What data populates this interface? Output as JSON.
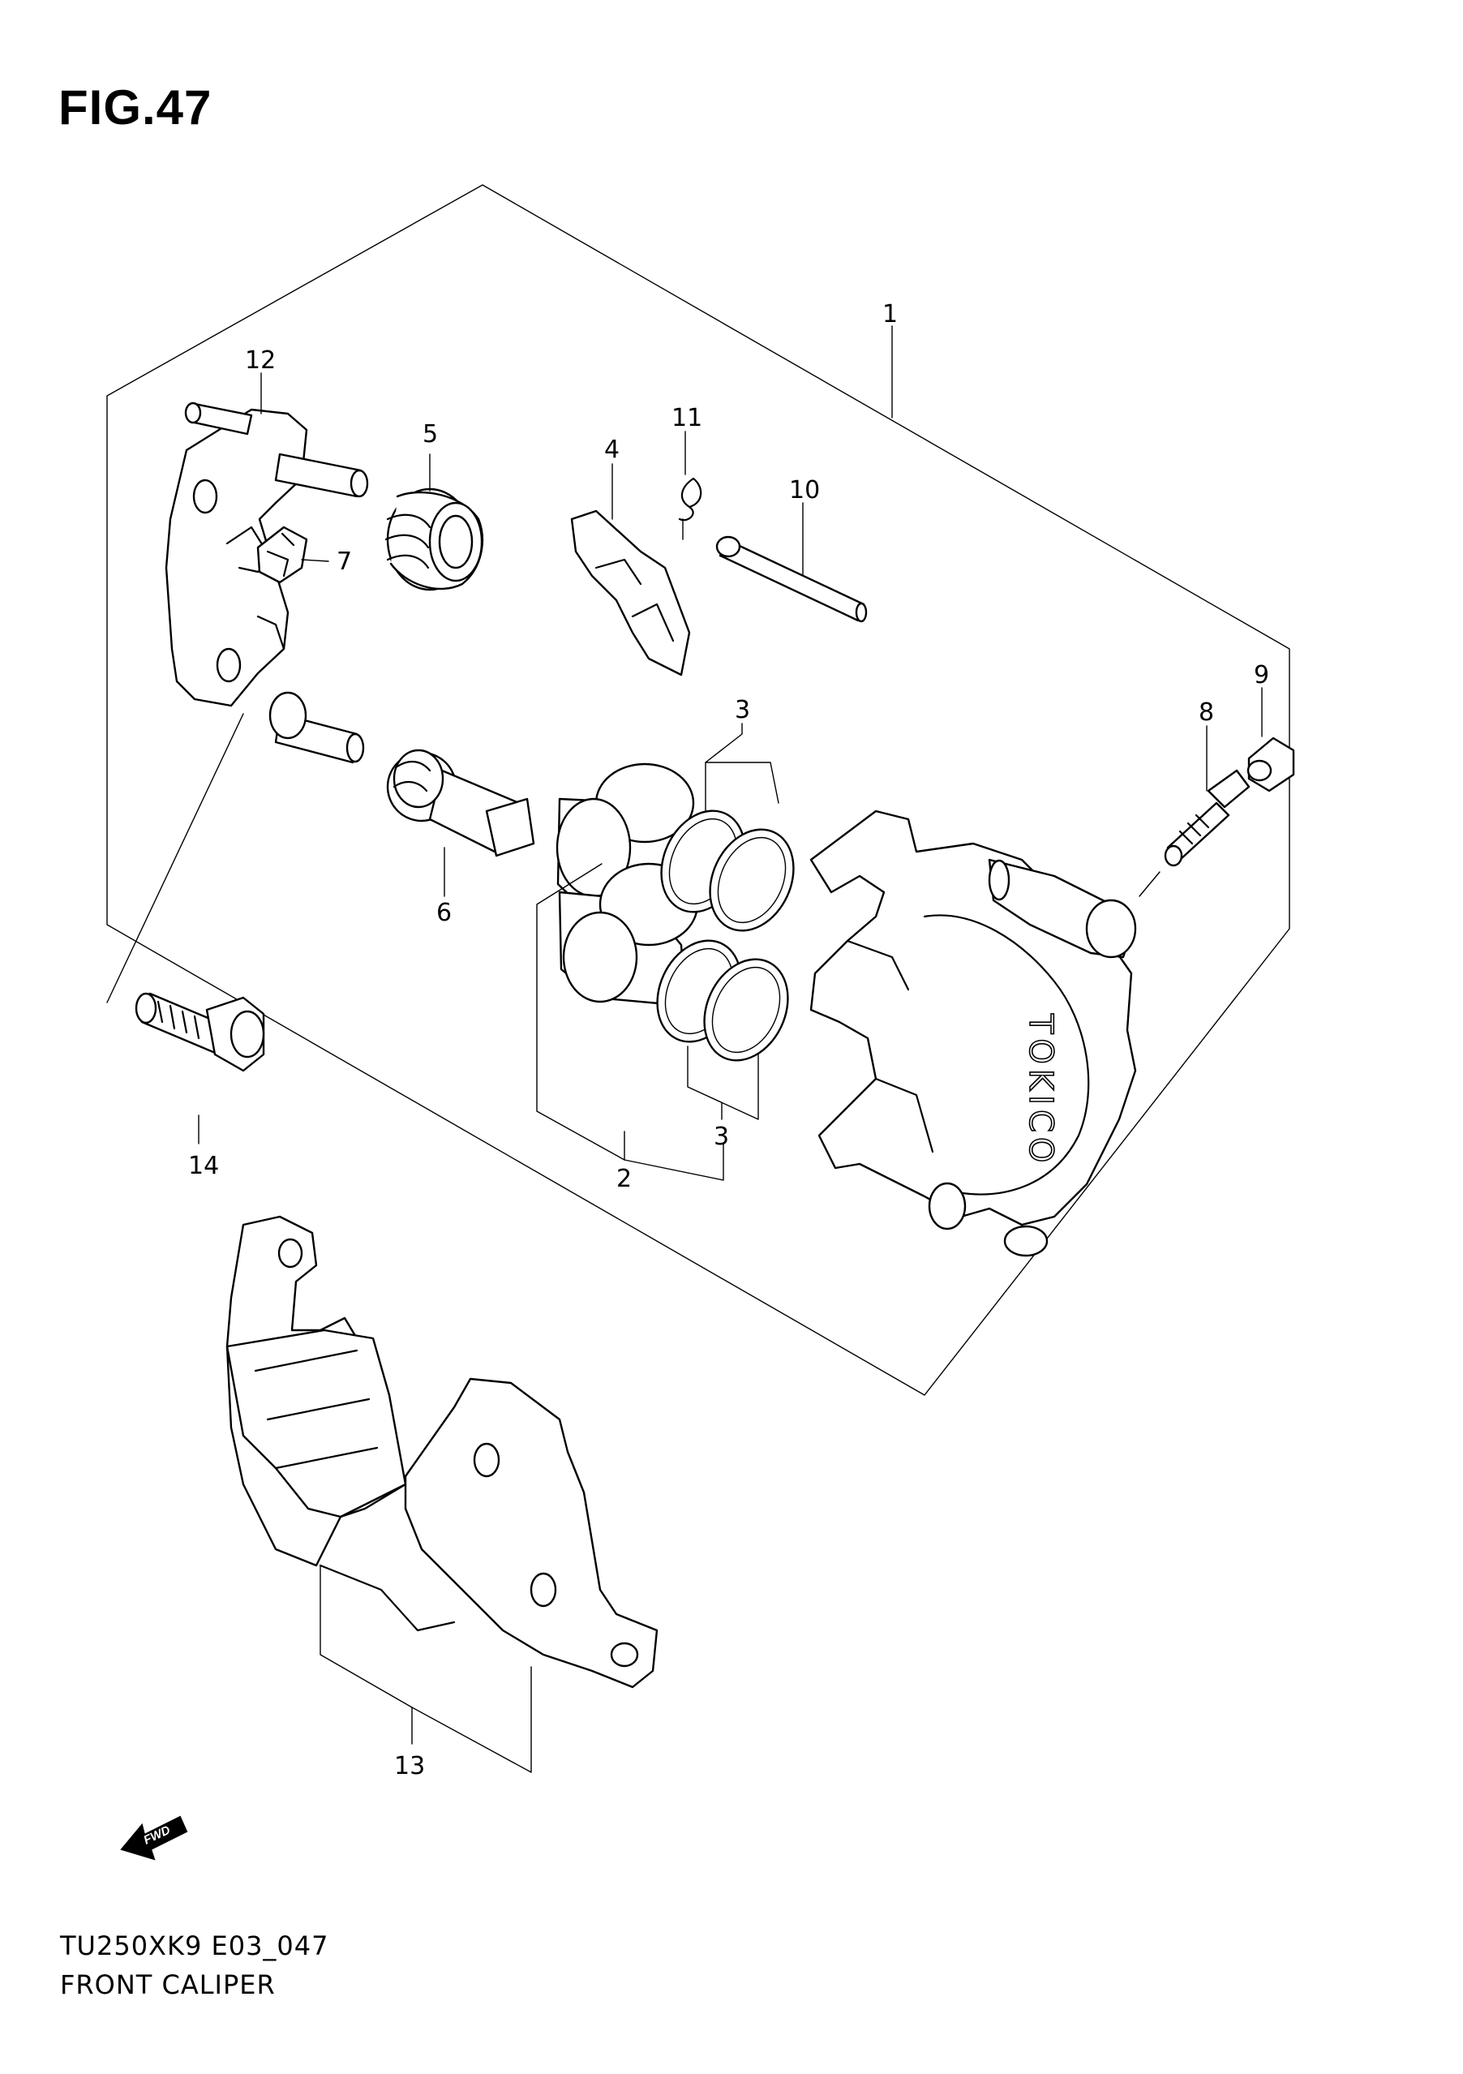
{
  "figure": {
    "title": "FIG.47",
    "code": "TU250XK9 E03_047",
    "name": "FRONT CALIPER"
  },
  "callouts": {
    "c1": "1",
    "c2": "2",
    "c3a": "3",
    "c3b": "3",
    "c4": "4",
    "c5": "5",
    "c6": "6",
    "c7": "7",
    "c8": "8",
    "c9": "9",
    "c10": "10",
    "c11": "11",
    "c12": "12",
    "c13": "13",
    "c14": "14"
  },
  "brand_mark": "TOKICO",
  "fwd_arrow": "FWD"
}
